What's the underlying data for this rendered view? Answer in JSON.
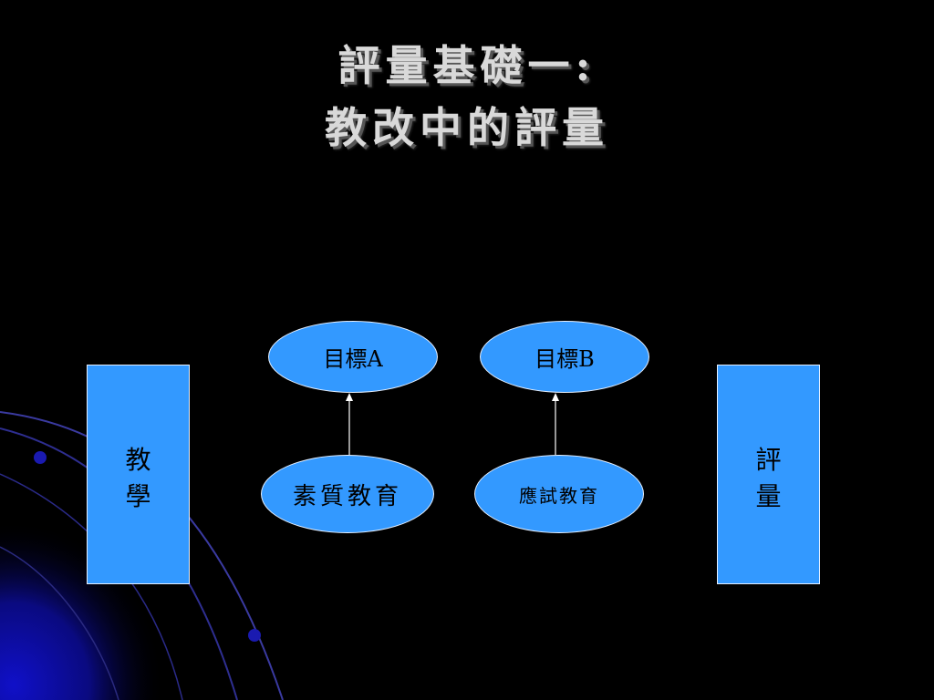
{
  "slide": {
    "title_line1": "評量基礎一:",
    "title_line2": "教改中的評量",
    "left_box": "教學",
    "right_box": "評量",
    "goal_a": "目標A",
    "goal_b": "目標B",
    "quality_education": "素質教育",
    "exam_education": "應試教育"
  },
  "colors": {
    "background": "#000000",
    "shape_fill": "#3399ff",
    "title_text": "#d9d9d9"
  }
}
